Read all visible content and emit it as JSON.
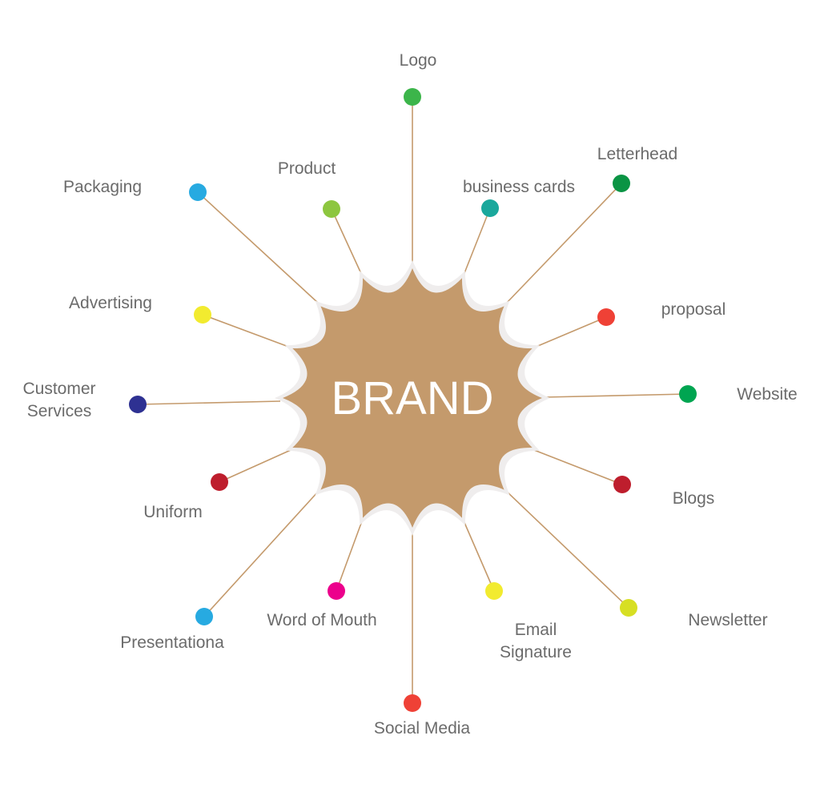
{
  "center": {
    "label": "BRAND",
    "fill": "#c49a6c",
    "outline": "#efeded"
  },
  "connector_color": "#c49a6c",
  "label_color": "#6b6b6b",
  "nodes": [
    {
      "id": "logo",
      "lines": [
        "Logo"
      ],
      "color": "#3cb54a"
    },
    {
      "id": "business-cards",
      "lines": [
        "business cards"
      ],
      "color": "#1aa89c"
    },
    {
      "id": "letterhead",
      "lines": [
        "Letterhead"
      ],
      "color": "#0a9444"
    },
    {
      "id": "proposal",
      "lines": [
        "proposal"
      ],
      "color": "#ef4136"
    },
    {
      "id": "website",
      "lines": [
        "Website"
      ],
      "color": "#00a551"
    },
    {
      "id": "blogs",
      "lines": [
        "Blogs"
      ],
      "color": "#be1e2d"
    },
    {
      "id": "newsletter",
      "lines": [
        "Newsletter"
      ],
      "color": "#d7df23"
    },
    {
      "id": "email-signature",
      "lines": [
        "Email",
        "Signature"
      ],
      "color": "#f2eb2f"
    },
    {
      "id": "social-media",
      "lines": [
        "Social Media"
      ],
      "color": "#ef4136"
    },
    {
      "id": "word-of-mouth",
      "lines": [
        "Word of Mouth"
      ],
      "color": "#ec008c"
    },
    {
      "id": "presentationa",
      "lines": [
        "Presentationa"
      ],
      "color": "#27aae1"
    },
    {
      "id": "uniform",
      "lines": [
        "Uniform"
      ],
      "color": "#be1e2d"
    },
    {
      "id": "customer-services",
      "lines": [
        "Customer",
        "Services"
      ],
      "color": "#2e3192"
    },
    {
      "id": "advertising",
      "lines": [
        "Advertising"
      ],
      "color": "#f2eb2f"
    },
    {
      "id": "packaging",
      "lines": [
        "Packaging"
      ],
      "color": "#27aae1"
    },
    {
      "id": "product",
      "lines": [
        "Product"
      ],
      "color": "#8dc63f"
    }
  ]
}
